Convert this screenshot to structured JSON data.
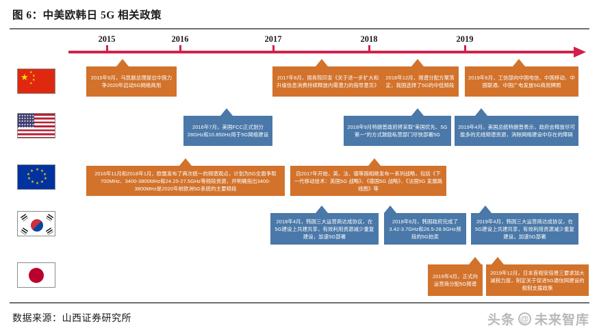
{
  "title": "图 6：中美欧韩日 5G 相关政策",
  "footer": {
    "source": "数据来源：山西证券研究所"
  },
  "watermark": {
    "brand": "头条",
    "at": "@",
    "account": "未来智库"
  },
  "colors": {
    "axis": "#d1204a",
    "orange": "#d2722b",
    "blue": "#4a78a8",
    "rule": "#6e6e6e"
  },
  "timeline": {
    "years": [
      "2015",
      "2016",
      "2017",
      "2018",
      "2019"
    ],
    "axis_start_year": 2015,
    "axis_end_year": 2019
  },
  "rows": [
    {
      "country": "中国",
      "flag": "china-flag",
      "color": "orange",
      "events": [
        {
          "date": "2015年9月",
          "text": "2015年9月，马凯副总理提出中国力争2020年启动5G网络商用"
        },
        {
          "date": "2017年8月",
          "text": "2017年8月，国务院印发《关于进一步扩大和升级信息消费持续释放内需潜力的指导意见》"
        },
        {
          "date": "2018年12月",
          "text": "2018年12月，频谱分配方案落定，我国选择了5G的中低频段"
        },
        {
          "date": "2019年6月",
          "text": "2019年6月，工信部向中国电信、中国移动、中国联通、中国广电发放5G商用牌照"
        }
      ]
    },
    {
      "country": "美国",
      "flag": "usa-flag",
      "color": "blue",
      "events": [
        {
          "date": "2016年7月",
          "text": "2016年7月，美国FCC正式划分28GHz和10.850Hz用于5G网络建设"
        },
        {
          "date": "2018年9月",
          "text": "2018年9月特朗普政府将采取\"美国优先、5G第一\"的方式鼓励私营部门尽快部署5G"
        },
        {
          "date": "2019年4月",
          "text": "2019年4月，美国总统特朗普表示，政府会释放尽可能多的无线频谱资源，消除网络建设中存在的障碍"
        }
      ]
    },
    {
      "country": "欧盟",
      "flag": "eu-flag",
      "color": "orange",
      "events": [
        {
          "date": "2016年11月和2018年1月",
          "text": "2016年11月和2018年1月，欧盟发布了两次统一的频谱观点，计划为5G全面争取700MHz、3400-3800MHz和24.25-27.5GHz等频段资源，并明确指出3400-3800MHz是2020年前欧洲5G系统的主要频段"
        },
        {
          "date": "自2017年开始",
          "text": "自2017年开始，英、法、德等国相继发布一系列战略，包括《下一代移动技术：英国5G 战略》、《德国5G 战略》、《法国5G 发展路线图》等"
        }
      ]
    },
    {
      "country": "韩国",
      "flag": "south-korea-flag",
      "color": "blue",
      "events": [
        {
          "date": "2018年4月",
          "text": "2018年4月，韩国三大运营商达成协议，在5G建设上共建共享，有效利用资源减少重复建设，加速5G部署"
        },
        {
          "date": "2018年6月",
          "text": "2018年6月，韩国政府完成了3.42-3.7GHz和26.5-28.9GHz频段的5G拍卖"
        },
        {
          "date": "2019年4月",
          "text": "2019年4月，韩国三大运营商达成协议，在5G建设上共建共享，有效利用资源减少重复建设，加速5G部署"
        }
      ]
    },
    {
      "country": "日本",
      "flag": "japan-flag",
      "color": "orange",
      "events": [
        {
          "date": "2019年4月",
          "text": "2019年4月，正式向运营商分配5G频谱"
        },
        {
          "date": "2019年12月",
          "text": "2019年12月，日本首相安倍晋三要求加大减税力度，制定关于促进5G通信网建设的税制支援政策"
        }
      ]
    }
  ]
}
